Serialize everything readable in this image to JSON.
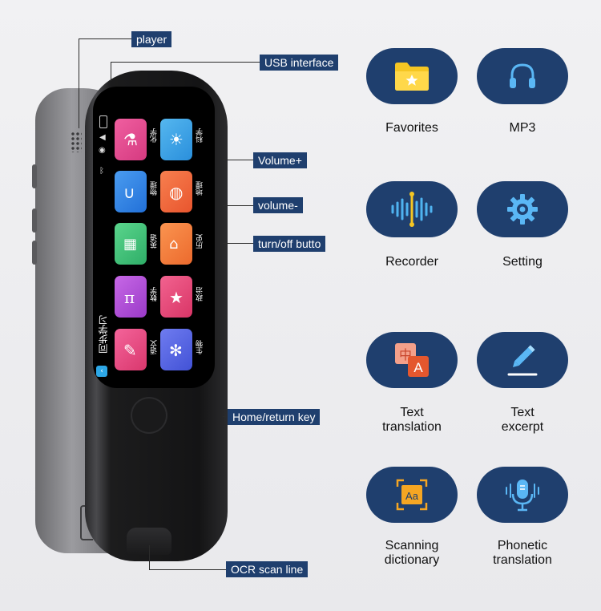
{
  "callouts": {
    "player": "player",
    "usb": "USB interface",
    "volume_up": "Volume+",
    "volume_down": "volume-",
    "power": "turn/off butto",
    "home": "Home/return key",
    "ocr": "OCR scan line"
  },
  "device_screen": {
    "side_title": "同步学习",
    "apps": [
      {
        "label": "化学",
        "color": "#e5488f"
      },
      {
        "label": "科学",
        "color": "#3fa4e8"
      },
      {
        "label": "物理",
        "color": "#2f86e6"
      },
      {
        "label": "地理",
        "color": "#f2683d"
      },
      {
        "label": "英语",
        "color": "#3fc17a"
      },
      {
        "label": "历史",
        "color": "#f47b3a"
      },
      {
        "label": "数学",
        "color": "#b54fd6"
      },
      {
        "label": "政治",
        "color": "#ea4b79"
      },
      {
        "label": "语文",
        "color": "#ec4a7c"
      },
      {
        "label": "生物",
        "color": "#5a6ae6"
      }
    ]
  },
  "features": [
    {
      "label": "Favorites",
      "icon": "folder-star-icon"
    },
    {
      "label": "MP3",
      "icon": "headphones-icon"
    },
    {
      "label": "Recorder",
      "icon": "waveform-icon"
    },
    {
      "label": "Setting",
      "icon": "gear-icon"
    },
    {
      "label": "Text\ntranslation",
      "icon": "translate-icon"
    },
    {
      "label": "Text\nexcerpt",
      "icon": "pencil-icon"
    },
    {
      "label": "Scanning\ndictionary",
      "icon": "scan-dictionary-icon"
    },
    {
      "label": "Phonetic\ntranslation",
      "icon": "microphone-icon"
    }
  ],
  "colors": {
    "callout_bg": "#1f3f6e",
    "tile_bg": "#1f3f6e"
  }
}
